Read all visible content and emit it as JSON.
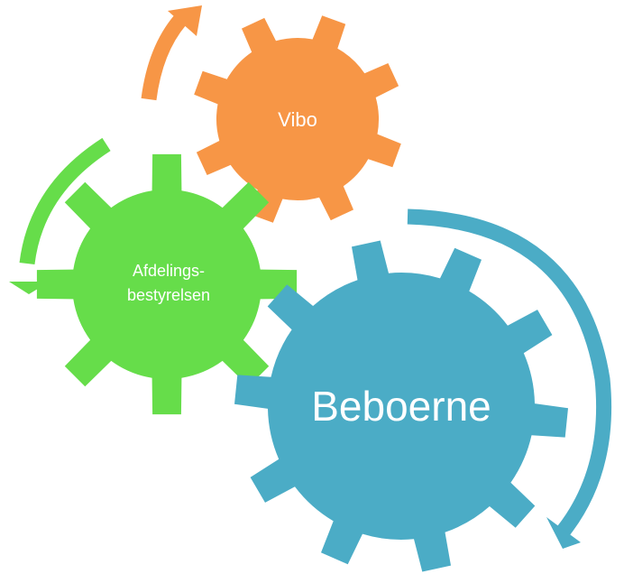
{
  "gears": [
    {
      "id": "vibo",
      "label_lines": [
        "Vibo"
      ],
      "color": "#F79646"
    },
    {
      "id": "afdelingsbestyrelsen",
      "label_lines": [
        "Afdelings-",
        "bestyrelsen"
      ],
      "color": "#66DD4A"
    },
    {
      "id": "beboerne",
      "label_lines": [
        "Beboerne"
      ],
      "color": "#4BACC6"
    }
  ],
  "arrows": [
    {
      "id": "arrow-vibo",
      "color": "#F79646",
      "direction": "clockwise"
    },
    {
      "id": "arrow-afdelingsbestyrelsen",
      "color": "#66DD4A",
      "direction": "counter-clockwise"
    },
    {
      "id": "arrow-beboerne",
      "color": "#4BACC6",
      "direction": "clockwise"
    }
  ]
}
